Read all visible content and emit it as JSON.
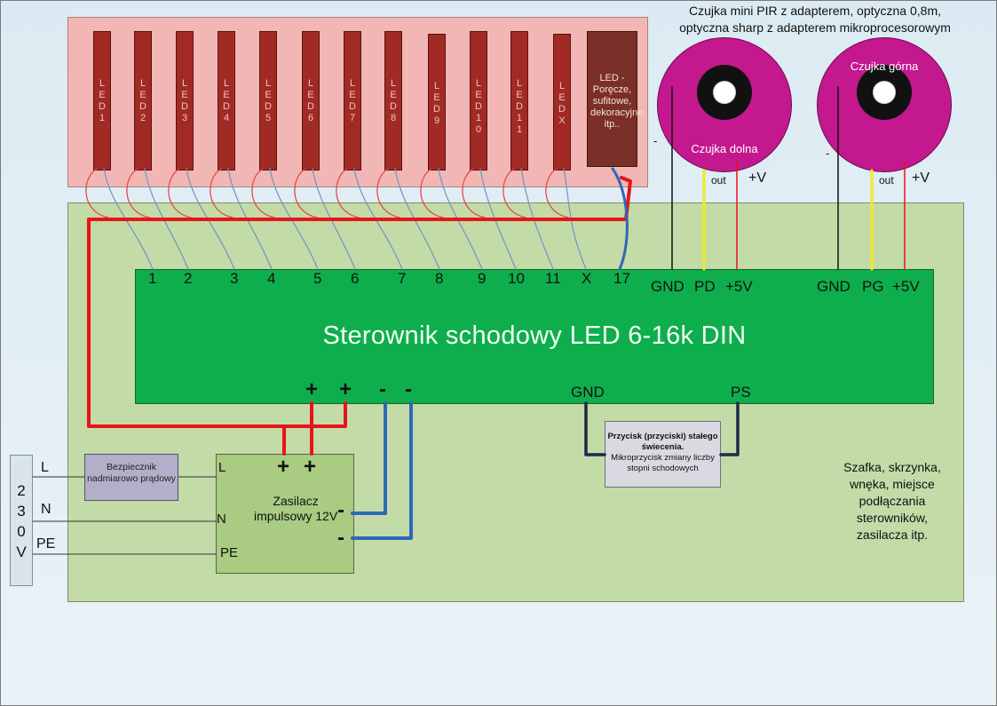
{
  "top_note": [
    "Czujka mini PIR z adapterem, optyczna 0,8m,",
    "optyczna sharp z adapterem mikroprocesorowym"
  ],
  "controller": {
    "title": "Sterownik schodowy LED  6-16k DIN",
    "led_terminals": [
      "1",
      "2",
      "3",
      "4",
      "5",
      "6",
      "7",
      "8",
      "9",
      "10",
      "11",
      "X",
      "17"
    ],
    "sensor_terminals_left": [
      "GND",
      "PD",
      "+5V"
    ],
    "sensor_terminals_right": [
      "GND",
      "PG",
      "+5V"
    ],
    "power_terminals": [
      "+",
      "+",
      "-",
      "-"
    ],
    "button_terminals": [
      "GND",
      "PS"
    ]
  },
  "led_strips": [
    "LED1",
    "LED2",
    "LED3",
    "LED4",
    "LED5",
    "LED6",
    "LED7",
    "LED8",
    "LED9",
    "LED10",
    "LED11",
    "LEDX"
  ],
  "extra_led": "LED - Poręcze, sufitowe, dekoracyjne itp..",
  "sensors": {
    "lower_label": "Czujka dolna",
    "upper_label": "Czujka górna",
    "out_label": "out",
    "plus_label": "+V",
    "minus_label": "-"
  },
  "psu": {
    "title_line1": "Zasilacz",
    "title_line2": "impulsowy 12V",
    "in_L": "L",
    "in_N": "N",
    "in_PE": "PE",
    "out_plus": "+",
    "out_minus": "-"
  },
  "fuse": "Bezpiecznik nadmiarowo prądowy",
  "button": {
    "title": "Przycisk (przyciski) stałego świecenia.",
    "desc": "Mikroprzycisk zmiany liczby stopni schodowych"
  },
  "mains": {
    "chars": [
      "2",
      "3",
      "0",
      "V"
    ],
    "lines": [
      "L",
      "N",
      "PE"
    ]
  },
  "cabinet_note": "Szafka, skrzynka, wnęka, miejsce podłączania sterowników, zasilacza itp.",
  "colors": {
    "red_wire": "#e8141a",
    "blue_wire": "#2f67b8",
    "thin_blue": "#6f95c2",
    "yellow_wire": "#f4e91d",
    "controller": "#0fae4d",
    "cabinet": "#c3dba7",
    "led_panel": "#f2b7b4",
    "sensor": "#c4188f"
  }
}
